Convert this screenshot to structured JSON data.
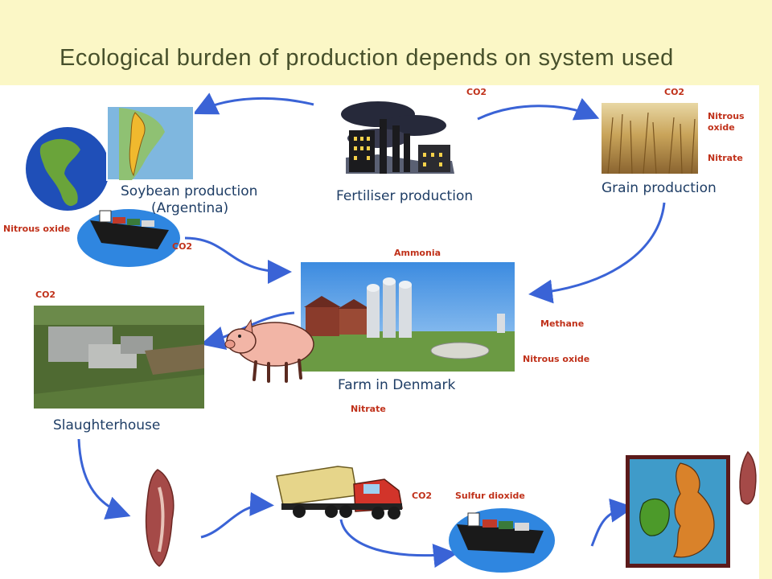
{
  "title": "Ecological burden of production depends on system used",
  "colors": {
    "arrow": "#3a63d6",
    "emission_text": "#c0311a",
    "label_text": "#1f3e66",
    "slide_bg": "#fbf7c6"
  },
  "nodes": {
    "fertiliser": {
      "label": "Fertiliser production",
      "emissions": [
        "CO2"
      ]
    },
    "grain": {
      "label": "Grain production",
      "emissions": [
        "CO2",
        "Nitrous",
        "oxide",
        "Nitrate"
      ]
    },
    "soybean": {
      "label_line1": "Soybean production",
      "label_line2": "(Argentina)",
      "emissions": [
        "Nitrous oxide",
        "CO2"
      ]
    },
    "farm": {
      "label": "Farm in Denmark",
      "emissions": [
        "Ammonia",
        "Methane",
        "Nitrous oxide",
        "Nitrate"
      ]
    },
    "slaughterhouse": {
      "label": "Slaughterhouse",
      "emissions": [
        "CO2"
      ]
    },
    "transport": {
      "emissions": [
        "CO2",
        "Sulfur dioxide"
      ]
    }
  },
  "icons": [
    "globe-icon",
    "argentina-map-icon",
    "ship-icon",
    "factory-icon",
    "wheat-field-icon",
    "farm-silos-icon",
    "pig-icon",
    "slaughterhouse-aerial-icon",
    "meat-carcass-icon",
    "truck-icon",
    "uk-ireland-map-icon"
  ]
}
